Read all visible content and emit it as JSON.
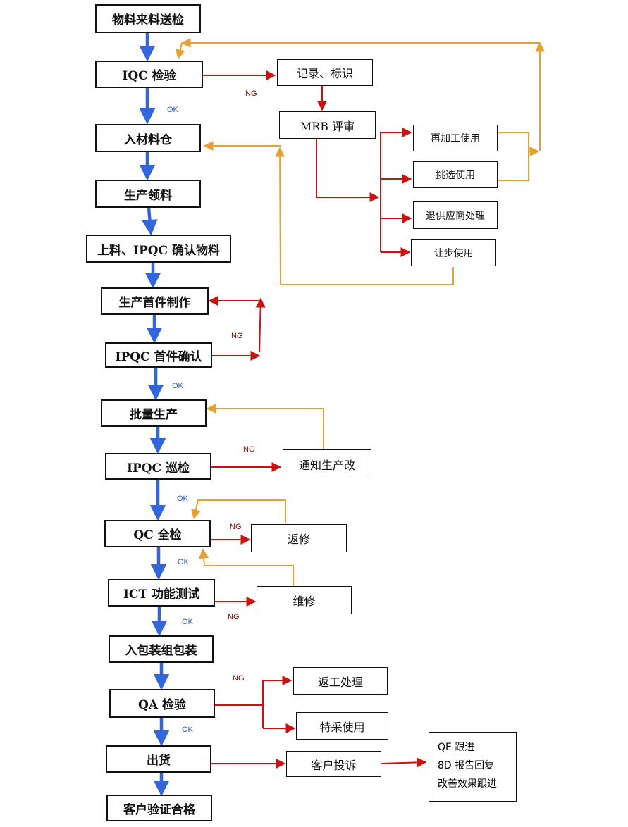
{
  "main_steps": [
    "物料来料送检",
    "IQC 检验",
    "入材料仓",
    "生产领料",
    "上料、IPQC 确认物料",
    "生产首件制作",
    "IPQC 首件确认",
    "批量生产",
    "IPQC 巡检",
    "QC 全检",
    "ICT 功能测试",
    "入包装组包装",
    "QA 检验",
    "出货",
    "客户验证合格"
  ],
  "side_boxes": {
    "record": "记录、标识",
    "mrb": "MRB 评审",
    "rework_use": "再加工使用",
    "pick_use": "挑选使用",
    "return_supplier": "退供应商处理",
    "concession": "让步使用",
    "notify": "通知生产改",
    "repair_qc": "返修",
    "repair_ict": "维修",
    "return_work": "返工处理",
    "special_use": "特采使用",
    "complaint": "客户投诉"
  },
  "qe_box": [
    "QE 跟进",
    "8D 报告回复",
    "改善效果跟进"
  ],
  "labels": {
    "ok": "OK",
    "ng": "NG"
  },
  "colors": {
    "main_flow": "#3366dd",
    "ng_flow": "#cc1111",
    "return_flow": "#e8a033",
    "ok_text": "#2f5fc4",
    "ng_text": "#8b0000"
  }
}
